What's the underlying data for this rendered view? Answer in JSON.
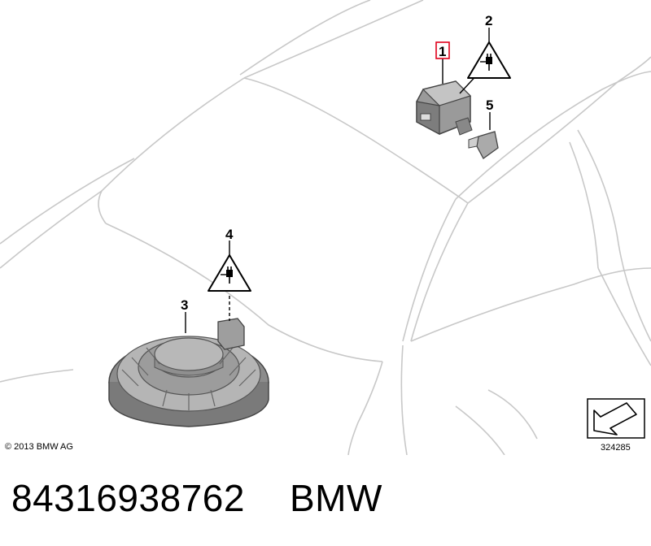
{
  "diagram": {
    "callouts": [
      "1",
      "2",
      "3",
      "4",
      "5"
    ],
    "highlighted_callout": "1",
    "highlight_color": "#e0001b",
    "copyright": "© 2013 BMW AG",
    "diagram_id": "324285",
    "icons": [
      "electrical-connector-warning-icon",
      "electrical-connector-warning-icon",
      "direction-arrow-icon"
    ]
  },
  "footer": {
    "part_number": "84316938762",
    "brand": "BMW"
  }
}
